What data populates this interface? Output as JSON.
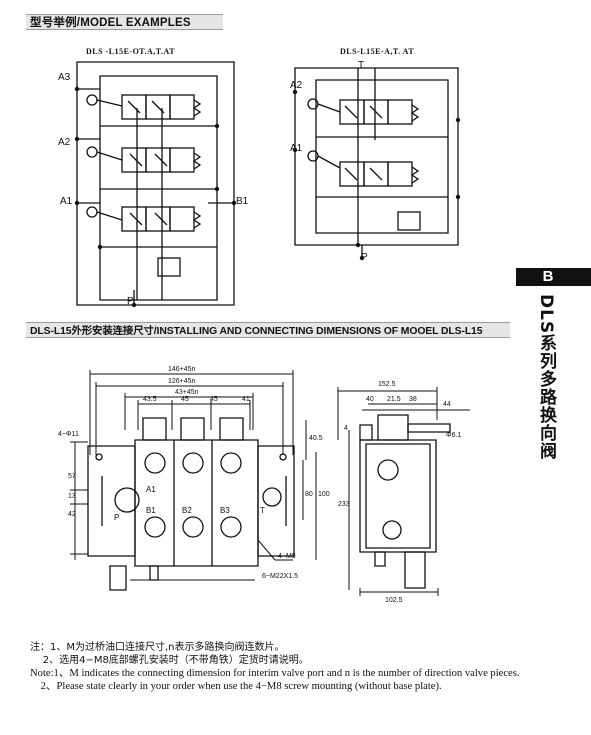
{
  "sections": {
    "model_examples": "型号举例/MODEL EXAMPLES",
    "install_dims": "DLS-L15外形安装连接尺寸/INSTALLING AND CONNECTING DIMENSIONS OF MOOEL DLS-L15"
  },
  "examples": {
    "left_model": "DLS -L15E-OT.A,T.AT",
    "right_model": "DLS-L15E-A,T. AT",
    "left_ports": {
      "a3": "A3",
      "a2": "A2",
      "a1": "A1",
      "b1": "B1",
      "p": "P"
    },
    "right_ports": {
      "t": "T",
      "a2": "A2",
      "a1": "A1",
      "p": "P"
    }
  },
  "side_tab": {
    "letter": "B",
    "title": "DLS系列多路换向阀"
  },
  "dims": {
    "top1": "146+45n",
    "top2": "126+45n",
    "top3": "43+45n",
    "seg1": "43.5",
    "seg2": "45",
    "seg3": "45",
    "seg4": "41",
    "hole": "4−Φ11",
    "v57": "57",
    "v13": "13",
    "v42": "42",
    "v40_5": "40.5",
    "v80": "80",
    "v100": "100",
    "port_a1": "A1",
    "port_b1": "B1",
    "port_b2": "B2",
    "port_b3": "B3",
    "port_p": "P",
    "port_t": "T",
    "m8": "4−M8",
    "m22": "6−M22X1.5",
    "side_w": "152.5",
    "s40": "40",
    "s21_5": "21.5",
    "s38": "38",
    "s44": "44",
    "s4": "4",
    "phi61": "Φ6.1",
    "h233": "233",
    "b102_5": "102.5"
  },
  "notes": {
    "cn1": "注：1、M为过桥油口连接尺寸,n表示多路换向阀连数片。",
    "cn2": "    2、选用4−M8底部螺孔安装时（不带角铁）定货时请说明。",
    "en1": "Note:1、M indicates the connecting dimension for interim valve port and n is the number of direction valve pieces.",
    "en2": "    2、Please state clearly in your order when use the 4−M8 screw mounting (without base plate)."
  }
}
